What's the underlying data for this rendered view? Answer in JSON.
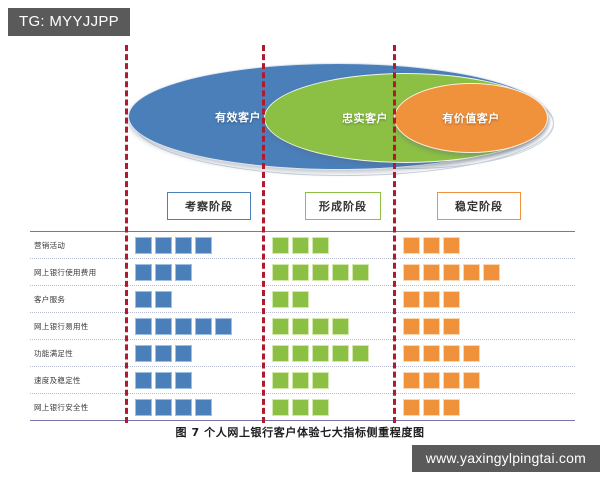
{
  "badge": {
    "text": "TG: MYYJJPP"
  },
  "watermark": {
    "text": "www.yaxingylpingtai.com"
  },
  "caption": {
    "text": "图 7 个人网上银行客户体验七大指标侧重程度图"
  },
  "venn": {
    "circles": [
      {
        "label": "有效客户",
        "color": "#4a7fba"
      },
      {
        "label": "忠实客户",
        "color": "#8cc044"
      },
      {
        "label": "有价值客户",
        "color": "#f0913c"
      }
    ]
  },
  "stages": [
    {
      "label": "考察阶段",
      "color": "#4a7fba"
    },
    {
      "label": "形成阶段",
      "color": "#8cc044"
    },
    {
      "label": "稳定阶段",
      "color": "#f0913c"
    }
  ],
  "chart_data": {
    "type": "bar",
    "title": "图 7 个人网上银行客户体验七大指标侧重程度图",
    "xlabel": "",
    "ylabel": "",
    "categories": [
      "营销活动",
      "网上银行使用费用",
      "客户服务",
      "网上银行易用性",
      "功能满足性",
      "速度及稳定性",
      "网上银行安全性"
    ],
    "series": [
      {
        "name": "考察阶段",
        "color": "#4a7fba",
        "values": [
          4,
          3,
          2,
          5,
          3,
          3,
          4
        ]
      },
      {
        "name": "形成阶段",
        "color": "#8cc044",
        "values": [
          3,
          5,
          2,
          4,
          5,
          3,
          3
        ]
      },
      {
        "name": "稳定阶段",
        "color": "#f0913c",
        "values": [
          3,
          5,
          3,
          3,
          4,
          4,
          3
        ]
      }
    ],
    "ylim": [
      0,
      5
    ],
    "grid": false,
    "legend_position": "top"
  }
}
